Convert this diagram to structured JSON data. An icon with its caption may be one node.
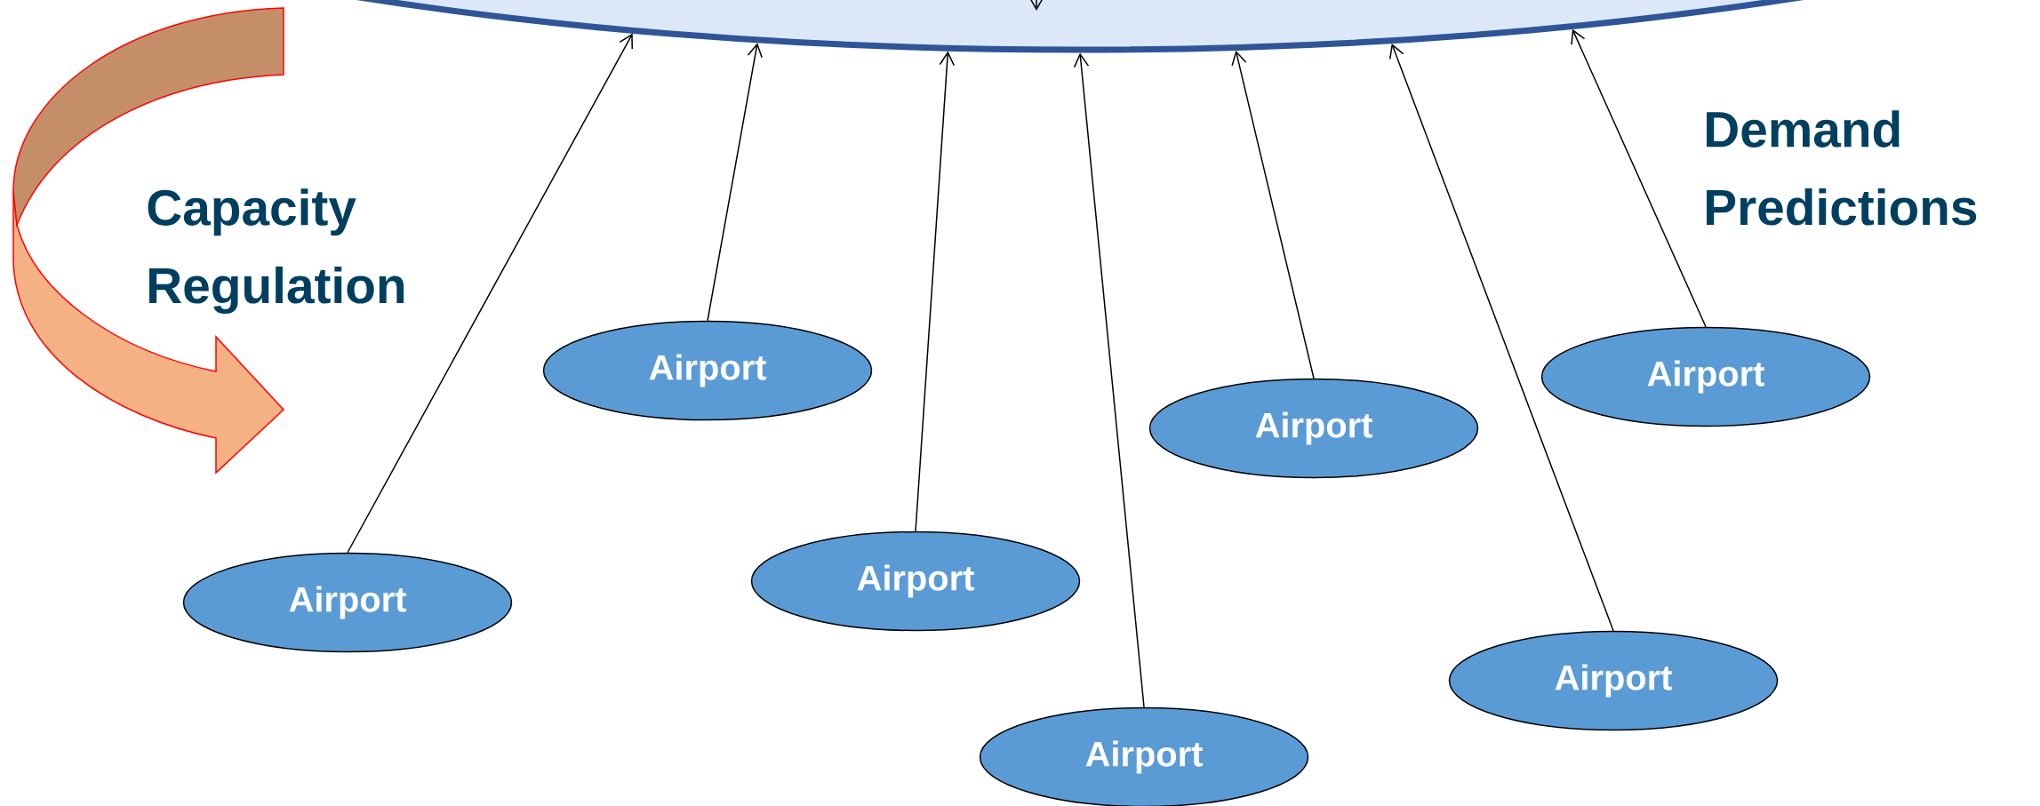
{
  "diagram": {
    "nodes": [
      {
        "text": [],
        "shape": "ellipse"
      },
      {
        "text": [
          "Airport"
        ]
      },
      {
        "text": [
          "Airport"
        ]
      },
      {
        "text": [
          "Airport"
        ]
      },
      {
        "text": [
          "Airport"
        ]
      },
      {
        "text": [
          "Airport"
        ]
      },
      {
        "text": [
          "Airport"
        ]
      },
      {
        "text": [
          "Airport"
        ]
      }
    ],
    "edges": [
      {
        "from": 1,
        "to": 0,
        "arrow": "to"
      },
      {
        "from": 2,
        "to": 0,
        "arrow": "to"
      },
      {
        "from": 3,
        "to": 0,
        "arrow": "to"
      },
      {
        "from": 4,
        "to": 0,
        "arrow": "to"
      },
      {
        "from": 5,
        "to": 0,
        "arrow": "to"
      },
      {
        "from": 6,
        "to": 0,
        "arrow": "to"
      },
      {
        "from": 7,
        "to": 0,
        "arrow": "to"
      },
      {
        "from": 0,
        "to": null,
        "arrow": "to"
      }
    ],
    "labels": [
      "Capacity Regulation",
      "Demand Predictions"
    ]
  }
}
